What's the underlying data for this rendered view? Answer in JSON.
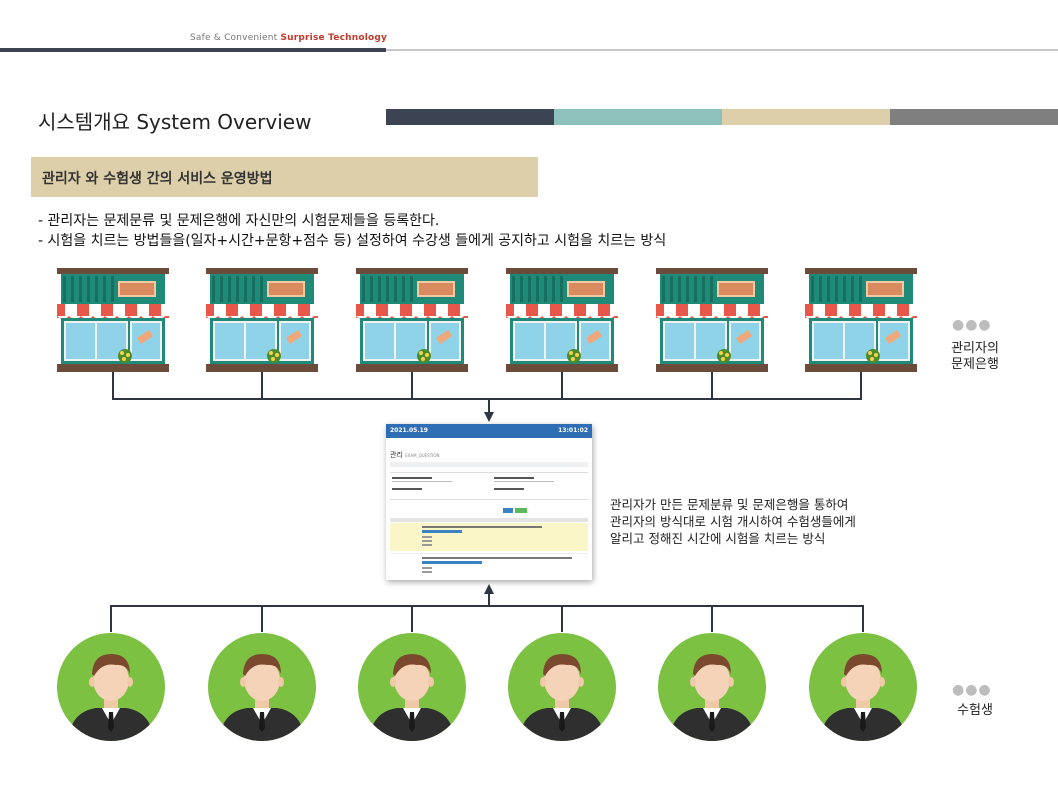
{
  "header": {
    "brand_prefix": "Safe & Convenient",
    "brand_accent": "Surprise Technology"
  },
  "page_title": "시스템개요 System  Overview",
  "color_bars": [
    "#3c4352",
    "#8ec0bc",
    "#dccfa9",
    "#7f7f7f"
  ],
  "section": {
    "title": "관리자 와 수험생 간의 서비스 운영방법"
  },
  "bullets": [
    "-  관리자는 문제문류 및 문제은행에 자신만의 시험문제들을 등록한다.",
    "-  시험을 치르는 방법들을(일자+시간+문항+점수 등) 설정하여 수강생 들에게 공지하고 시험을 치르는 방식"
  ],
  "stores_label": [
    "관리자의",
    "문제은행"
  ],
  "students_label": "수험생",
  "more_dots": "●●●",
  "center_screenshot": {
    "date": "2021.05.19",
    "time": "13:01:02",
    "heading": "관리",
    "sub": "EXAM_QUESTION"
  },
  "description": [
    "관리자가 만든 문제분류 및 문제은행을 통하여",
    "관리자의 방식대로 시험 개시하여 수험생들에게",
    "알리고 정해진 시간에 시험을 치르는 방식"
  ],
  "colors": {
    "awning_red": "#e8584a",
    "store_green": "#1f8a78",
    "person_green": "#7cc142",
    "connector": "#2f3542"
  }
}
